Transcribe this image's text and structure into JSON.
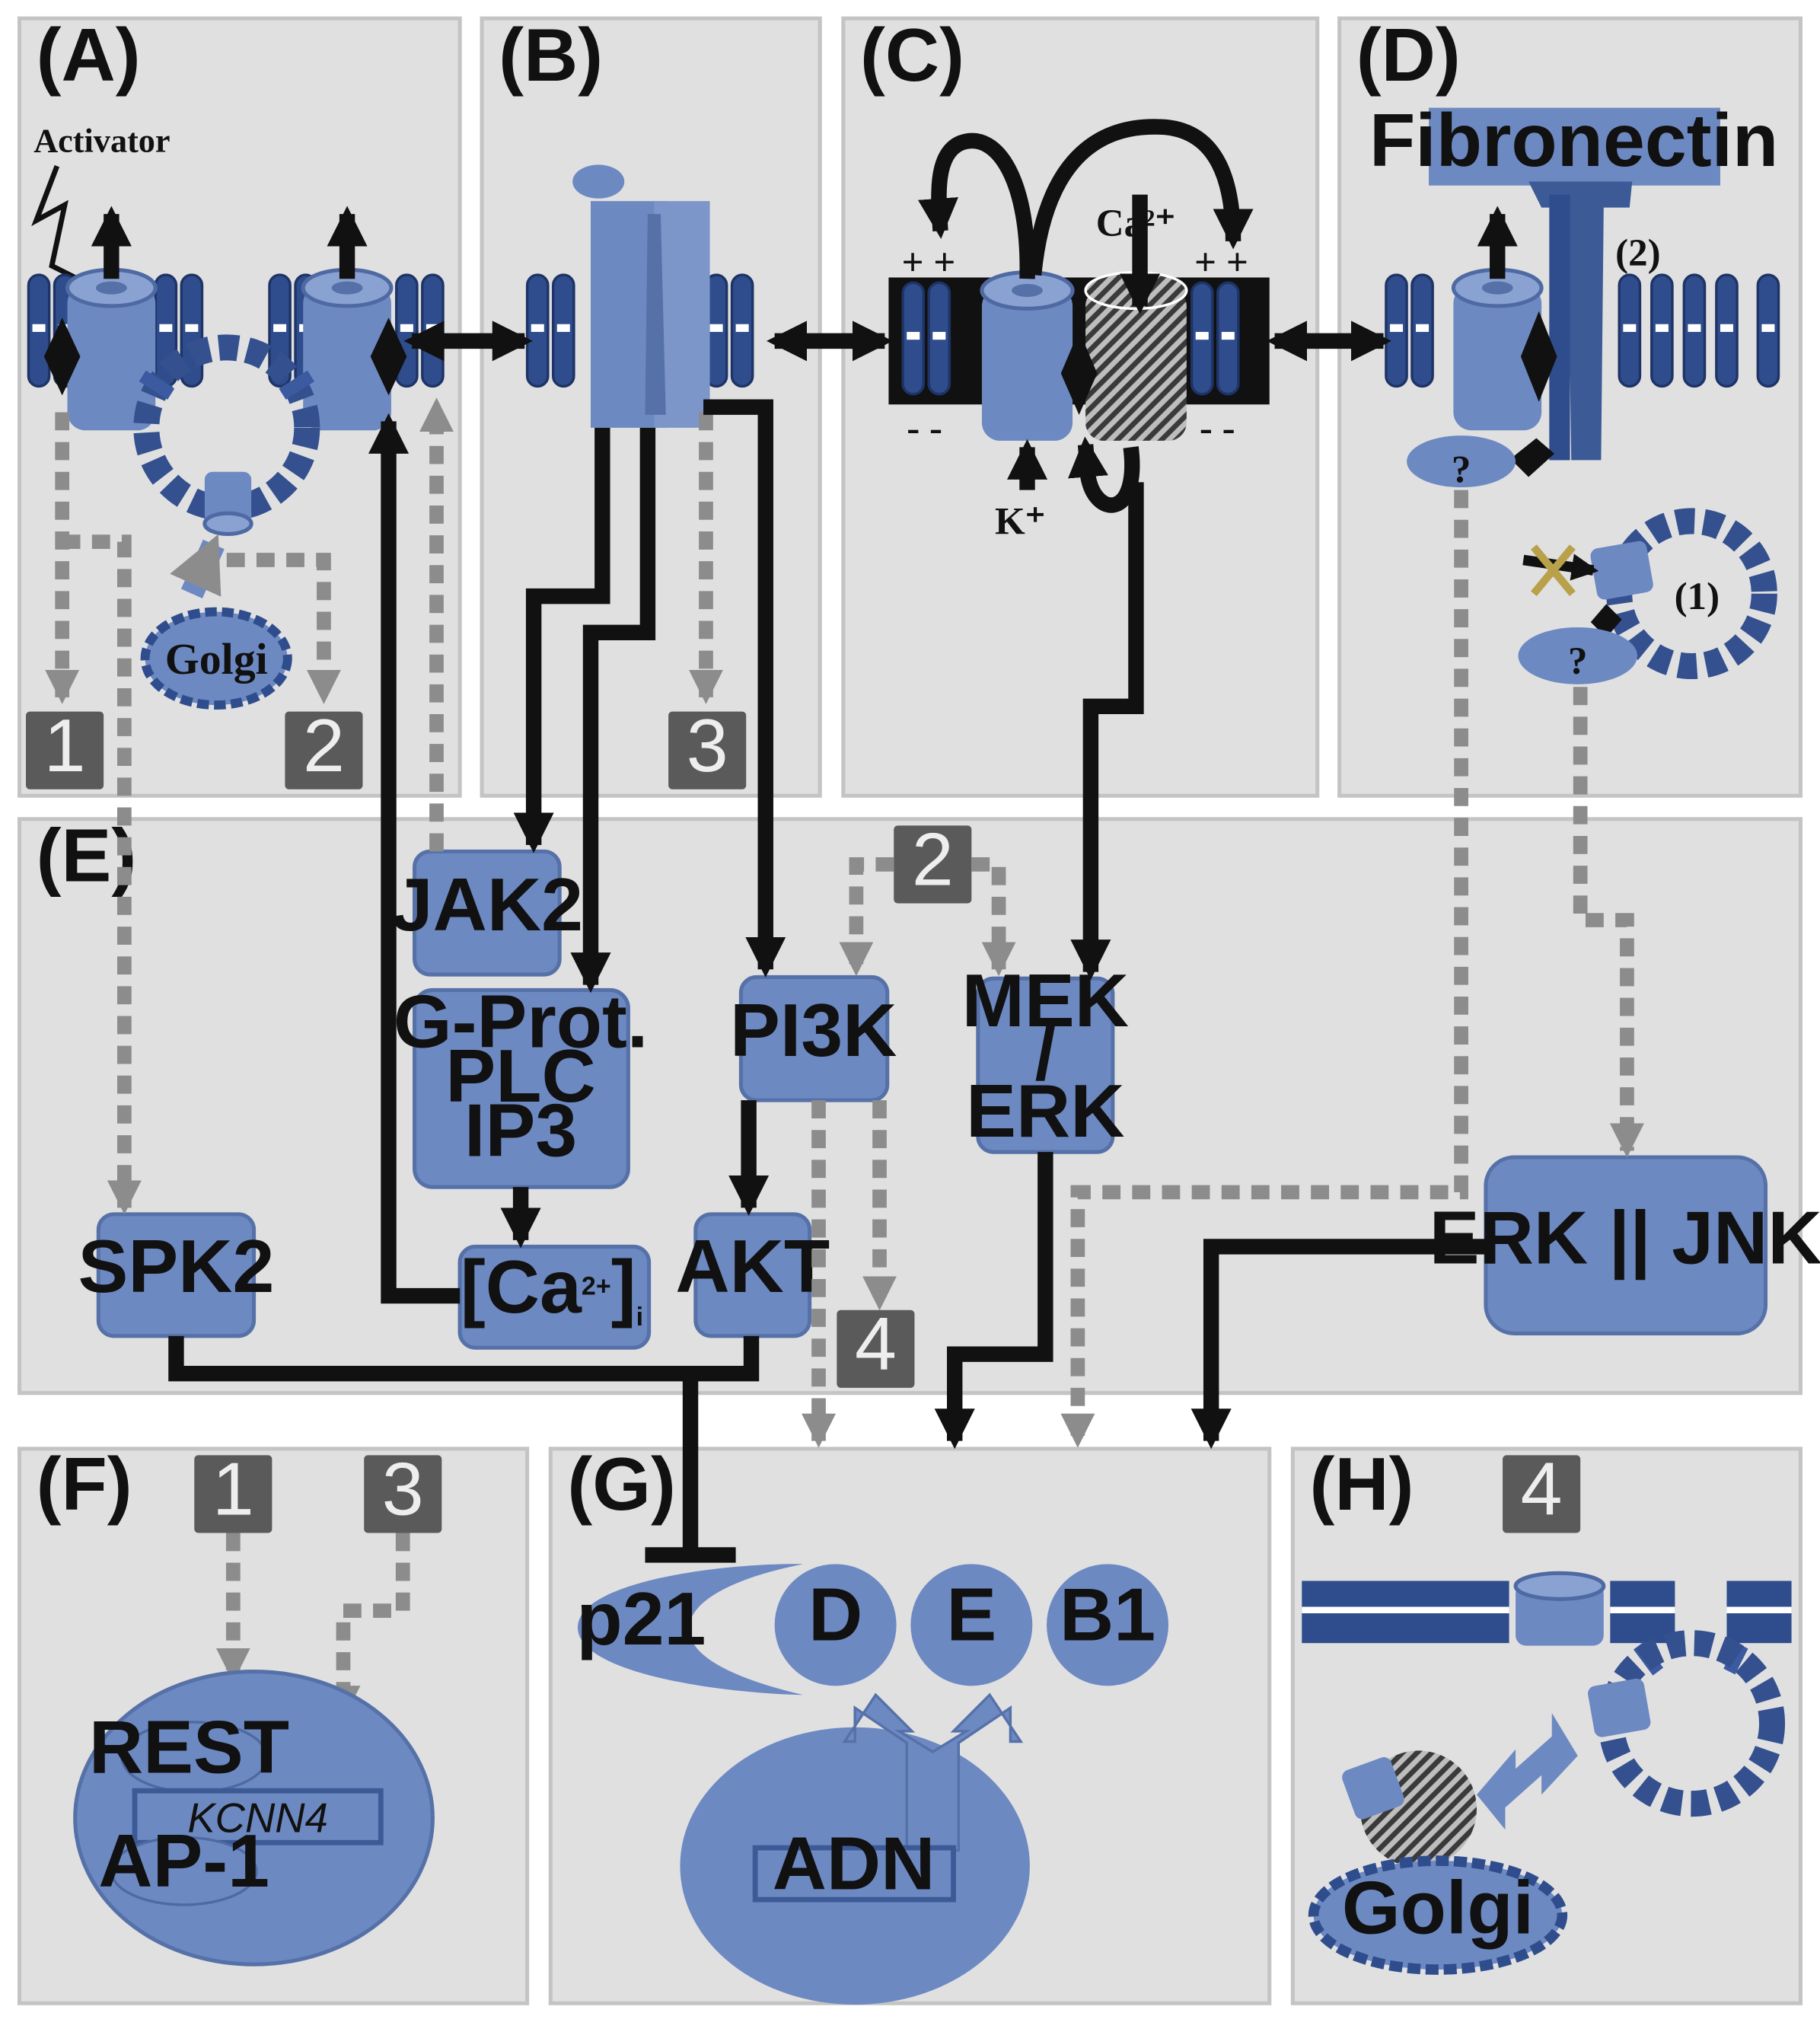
{
  "panels": {
    "A": "(A)",
    "B": "(B)",
    "C": "(C)",
    "D": "(D)",
    "E": "(E)",
    "F": "(F)",
    "G": "(G)",
    "H": "(H)"
  },
  "labels": {
    "activator": "Activator",
    "golgi": "Golgi",
    "fibronectin": "Fibronectin",
    "calcium_ion": "Ca²⁺",
    "potassium_ion": "K⁺",
    "plus_signs": "+ +",
    "minus_signs": "- -",
    "marker_1": "(1)",
    "marker_2": "(2)",
    "question": "?"
  },
  "numbered_boxes": [
    "1",
    "2",
    "3",
    "4"
  ],
  "signaling": {
    "jak2": "JAK2",
    "gprot_line1": "G-Prot.",
    "gprot_line2": "PLC",
    "gprot_line3": "IP3",
    "pi3k": "PI3K",
    "mek_line1": "MEK",
    "mek_line2": "/",
    "mek_line3": "ERK",
    "erk_jnk": "ERK || JNK",
    "spk2": "SPK2",
    "ca_base": "[Ca",
    "ca_sup": "2+",
    "ca_close": "]",
    "ca_sub": "i",
    "akt": "AKT"
  },
  "nucleus_f": {
    "rest": "REST",
    "gene": "KCNN4",
    "ap1": "AP-1"
  },
  "cell_cycle": {
    "p21": "p21",
    "cyclin_d": "D",
    "cyclin_e": "E",
    "cyclin_b1": "B1",
    "dna": "ADN"
  },
  "colors": {
    "panel_bg": "#e0e0e0",
    "protein_blue": "#6d89c2",
    "membrane_dark": "#2f4d8c",
    "number_box": "#5a5a5a"
  }
}
